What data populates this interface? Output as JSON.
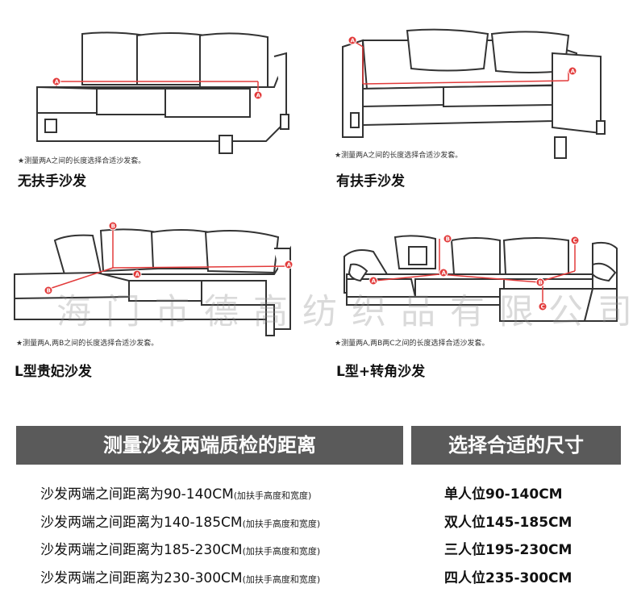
{
  "measure_note_a": "★测量两A之间的长度选择合适沙发套。",
  "measure_note_ab": "★测量两A,两B之间的长度选择合适沙发套。",
  "measure_note_abc": "★测量两A,两B两C之间的长度选择合适沙发套。",
  "panels": [
    {
      "caption": "无扶手沙发"
    },
    {
      "caption": "有扶手沙发"
    },
    {
      "caption": "L型贵妃沙发"
    },
    {
      "caption": "L型+转角沙发"
    }
  ],
  "markers": {
    "a": "A",
    "b": "B",
    "c": "C"
  },
  "watermark": "海门市德高纺织品有限公司",
  "table": {
    "header_left": "测量沙发两端质检的距离",
    "header_right": "选择合适的尺寸",
    "rows": [
      {
        "range": "沙发两端之间距离为90-140CM",
        "note": "(加扶手高度和宽度)",
        "size": "单人位90-140CM"
      },
      {
        "range": "沙发两端之间距离为140-185CM",
        "note": "(加扶手高度和宽度)",
        "size": "双人位145-185CM"
      },
      {
        "range": "沙发两端之间距离为185-230CM",
        "note": "(加扶手高度和宽度)",
        "size": "三人位195-230CM"
      },
      {
        "range": "沙发两端之间距离为230-300CM",
        "note": "(加扶手高度和宽度)",
        "size": "四人位235-300CM"
      }
    ]
  },
  "colors": {
    "measure_line": "#e23a3a",
    "header_bar": "#5a5a5a",
    "outline": "#333333"
  }
}
